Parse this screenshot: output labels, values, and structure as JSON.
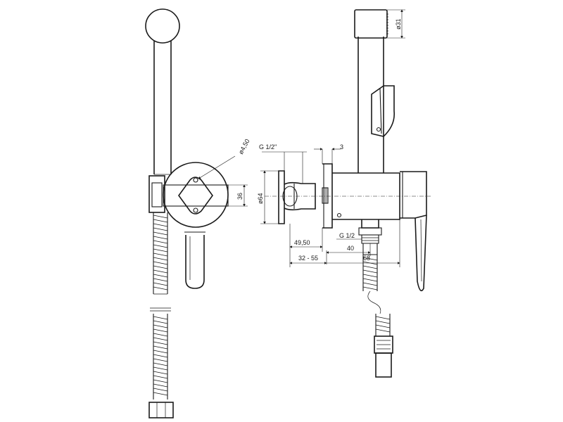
{
  "dimensions": {
    "hole_diameter": "ø4,50",
    "plate_height": "36",
    "thread_left": "G 1/2\"",
    "offset_small": "3",
    "flange_diameter": "ø64",
    "depth": "49,50",
    "adjust_range": "32 - 55",
    "thread_hose": "G 1/2",
    "outlet_40": "40",
    "outlet_68": "68",
    "handset_diameter": "ø31"
  }
}
